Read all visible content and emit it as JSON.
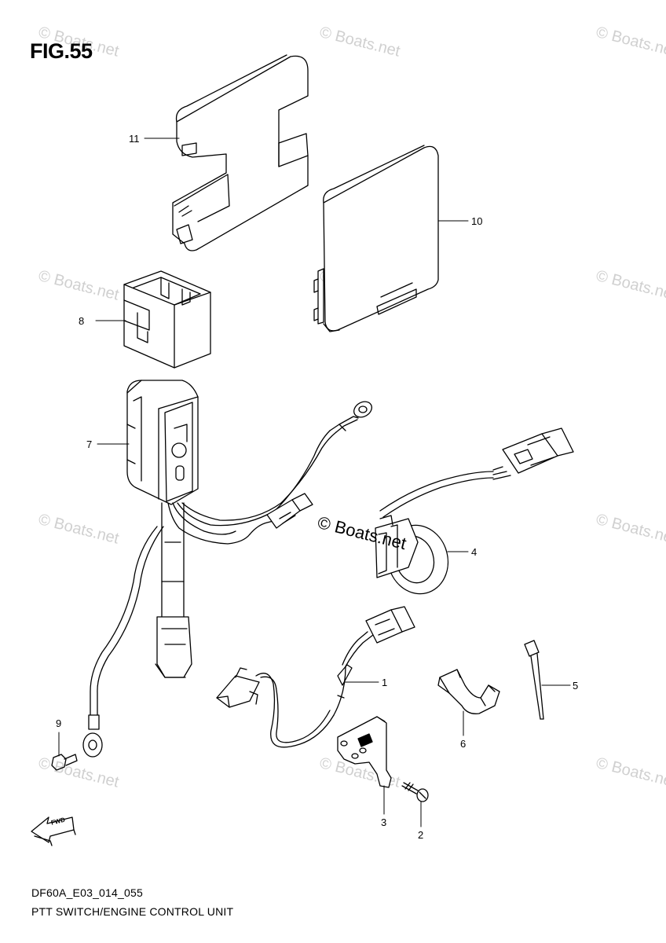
{
  "figure": {
    "title": "FIG.55"
  },
  "watermark": {
    "text": "© Boats.net"
  },
  "callouts": [
    "1",
    "2",
    "3",
    "4",
    "5",
    "6",
    "7",
    "8",
    "9",
    "10",
    "11"
  ],
  "fwd_label": "FWD",
  "footer": {
    "code": "DF60A_E03_014_055",
    "caption": "PTT SWITCH/ENGINE CONTROL UNIT"
  }
}
